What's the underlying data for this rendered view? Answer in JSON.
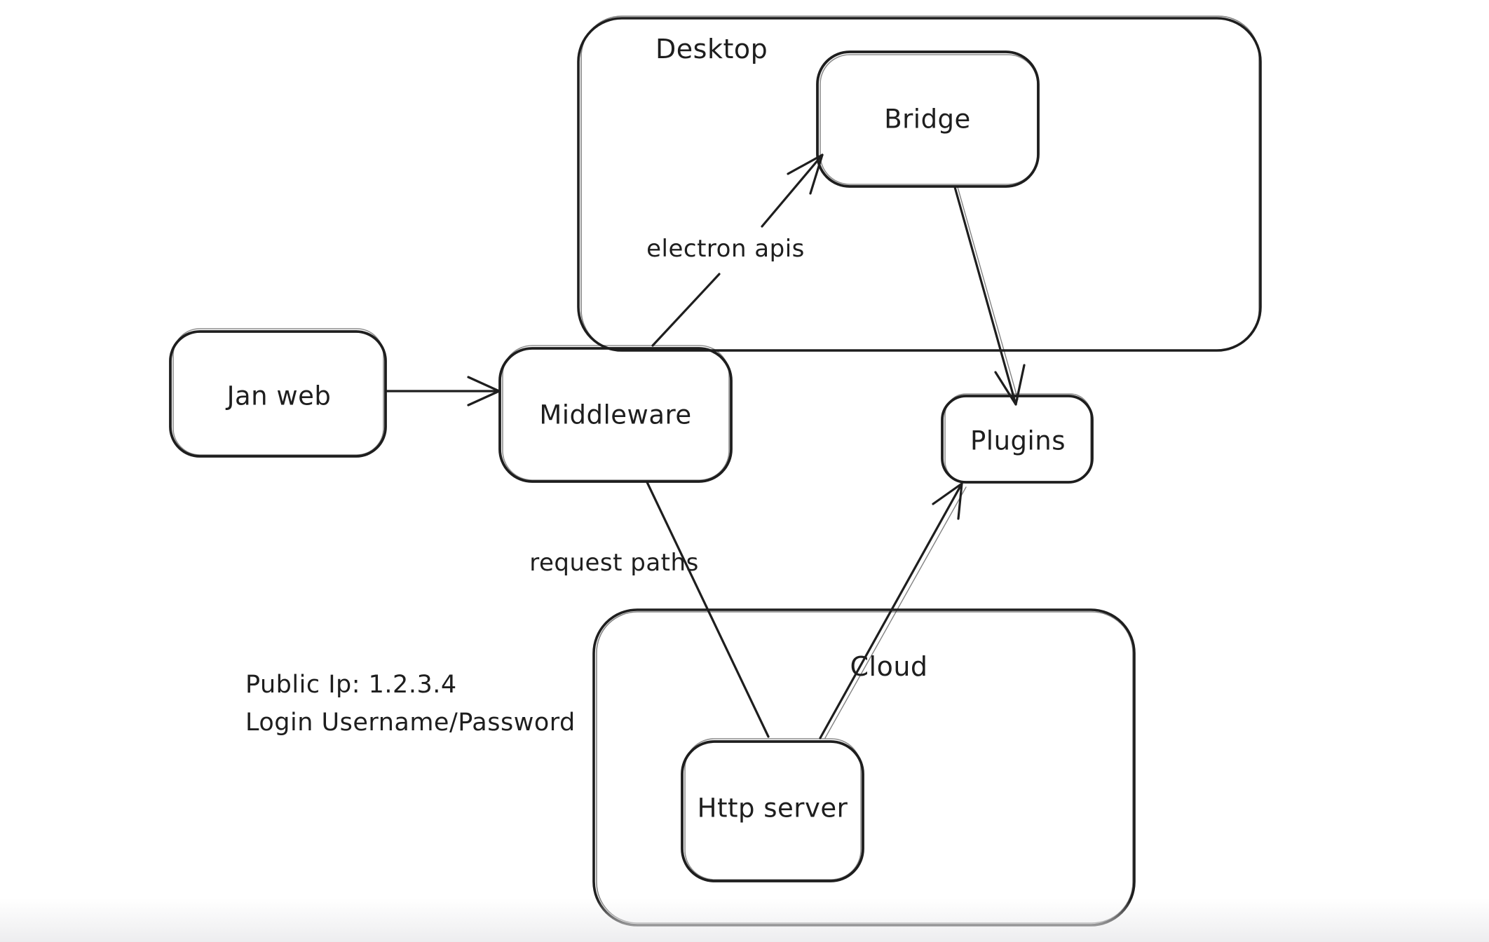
{
  "colors": {
    "stroke": "#1e1e1e",
    "background": "#ffffff"
  },
  "containers": {
    "desktop": {
      "label": "Desktop"
    },
    "cloud": {
      "label": "Cloud"
    }
  },
  "nodes": {
    "jan_web": {
      "label": "Jan web"
    },
    "middleware": {
      "label": "Middleware"
    },
    "bridge": {
      "label": "Bridge"
    },
    "plugins": {
      "label": "Plugins"
    },
    "http_server": {
      "label": "Http server"
    }
  },
  "edge_labels": {
    "electron_apis": {
      "label": "electron apis"
    },
    "request_paths": {
      "label": "request paths"
    }
  },
  "annotations": {
    "public_ip": "Public Ip: 1.2.3.4",
    "login": "Login Username/Password"
  },
  "edges": [
    {
      "from": "jan_web",
      "to": "middleware",
      "label": ""
    },
    {
      "from": "middleware",
      "to": "bridge",
      "label": "electron apis"
    },
    {
      "from": "bridge",
      "to": "plugins",
      "label": ""
    },
    {
      "from": "middleware",
      "to": "http_server",
      "label": "request paths"
    },
    {
      "from": "http_server",
      "to": "plugins",
      "label": ""
    }
  ]
}
